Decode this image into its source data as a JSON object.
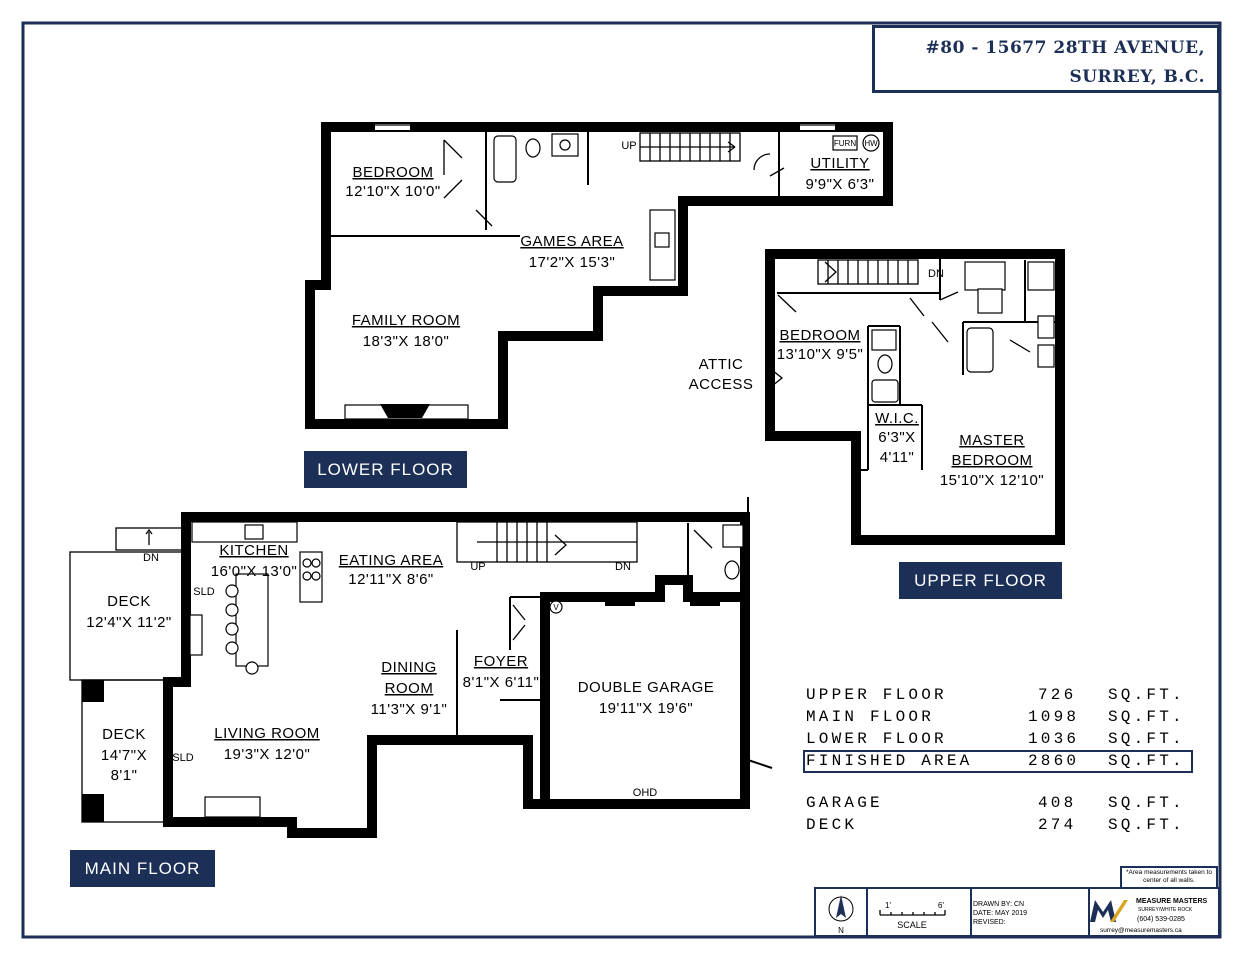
{
  "address": {
    "line1": "#80 - 15677 28TH AVENUE,",
    "line2": "SURREY, B.C."
  },
  "floors": {
    "lower": {
      "badge": "LOWER FLOOR"
    },
    "main": {
      "badge": "MAIN FLOOR"
    },
    "upper": {
      "badge": "UPPER FLOOR"
    }
  },
  "rooms": {
    "bedroom_lower": {
      "name": "BEDROOM",
      "dims": "12'10\"X 10'0\""
    },
    "games": {
      "name": "GAMES AREA",
      "dims": "17'2\"X 15'3\""
    },
    "family": {
      "name": "FAMILY ROOM",
      "dims": "18'3\"X 18'0\""
    },
    "utility": {
      "name": "UTILITY",
      "dims": "9'9\"X 6'3\""
    },
    "bedroom_upper": {
      "name": "BEDROOM",
      "dims": "13'10\"X 9'5\""
    },
    "wic": {
      "name": "W.I.C.",
      "dims1": "6'3\"X",
      "dims2": "4'11\""
    },
    "master": {
      "name1": "MASTER",
      "name2": "BEDROOM",
      "dims": "15'10\"X 12'10\""
    },
    "kitchen": {
      "name": "KITCHEN",
      "dims": "16'0\"X 13'0\""
    },
    "eating": {
      "name": "EATING AREA",
      "dims": "12'11\"X 8'6\""
    },
    "deck1": {
      "name": "DECK",
      "dims": "12'4\"X 11'2\""
    },
    "deck2": {
      "name": "DECK",
      "dims1": "14'7\"X",
      "dims2": "8'1\""
    },
    "dining": {
      "name1": "DINING",
      "name2": "ROOM",
      "dims": "11'3\"X 9'1\""
    },
    "foyer": {
      "name": "FOYER",
      "dims": "8'1\"X 6'11\""
    },
    "living": {
      "name": "LIVING ROOM",
      "dims": "19'3\"X 12'0\""
    },
    "garage": {
      "name": "DOUBLE GARAGE",
      "dims": "19'11\"X 19'6\""
    }
  },
  "labels": {
    "attic1": "ATTIC",
    "attic2": "ACCESS",
    "up": "UP",
    "dn": "DN",
    "sld": "SLD",
    "ohd": "OHD",
    "furn": "FURN",
    "hw": "HW",
    "v": "V"
  },
  "areas": [
    {
      "name": "UPPER FLOOR",
      "value": "726",
      "unit": "SQ.FT."
    },
    {
      "name": "MAIN FLOOR",
      "value": "1098",
      "unit": "SQ.FT."
    },
    {
      "name": "LOWER FLOOR",
      "value": "1036",
      "unit": "SQ.FT."
    },
    {
      "name": "FINISHED AREA",
      "value": "2860",
      "unit": "SQ.FT."
    },
    {
      "name": "GARAGE",
      "value": "408",
      "unit": "SQ.FT."
    },
    {
      "name": "DECK",
      "value": "274",
      "unit": "SQ.FT."
    }
  ],
  "title_block": {
    "north": "N",
    "scale_left": "1'",
    "scale_right": "6'",
    "scale": "SCALE",
    "drawn_by": "DRAWN BY: CN",
    "date": "DATE: MAY 2019",
    "revised": "REVISED:",
    "company": "MEASURE MASTERS",
    "company_sub": "SURREY/WHITE ROCK",
    "phone": "(604) 539-0285",
    "email": "surrey@measuremasters.ca",
    "note": "*Area measurements taken to center of all walls."
  },
  "colors": {
    "navy": "#1c2f56"
  }
}
